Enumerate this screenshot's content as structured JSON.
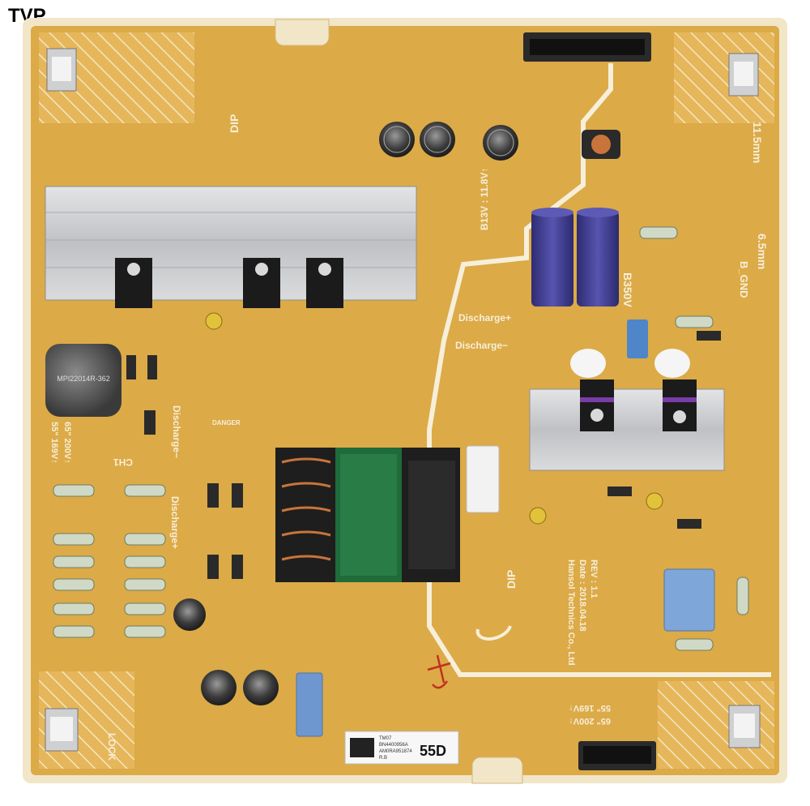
{
  "watermark": "TVP",
  "colors": {
    "board": "#dcaa47",
    "board_edge": "#f1e6c8",
    "silkscreen": "#f6efd9",
    "heatsink": "#c9cacc",
    "capacitor_purple": "#3d3a8c",
    "transformer_green": "#1f6b3a",
    "copper": "#c9743a"
  },
  "labels": {
    "dip_top": "DIP",
    "dip_bottom": "DIP",
    "ch1": "CH1",
    "discharge_minus_left": "Discharge−",
    "discharge_plus_left": "Discharge+",
    "discharge_plus_right": "Discharge+",
    "discharge_minus_right": "Discharge−",
    "b13v": "B13V : 11.8V↑",
    "b350v": "B350V",
    "b_gnd": "B_GND",
    "dist_11": "11.5mm",
    "dist_65": "6.5mm",
    "v65": "65\" 200V↑",
    "v55": "55\" 169V↑",
    "v65_b": "65\" 200V↑",
    "v55_b": "55\" 169V↑",
    "rev": "REV : 1.1",
    "date": "Date : 2018.04.18",
    "maker": "Hansol Technics Co., Ltd",
    "lock": "LOCK",
    "model_code": "55D",
    "barcode_line1": "TM07",
    "barcode_line2": "BN4400956A",
    "barcode_line3": "AM0RA951874",
    "barcode_line4": "R.B",
    "danger": "DANGER"
  }
}
